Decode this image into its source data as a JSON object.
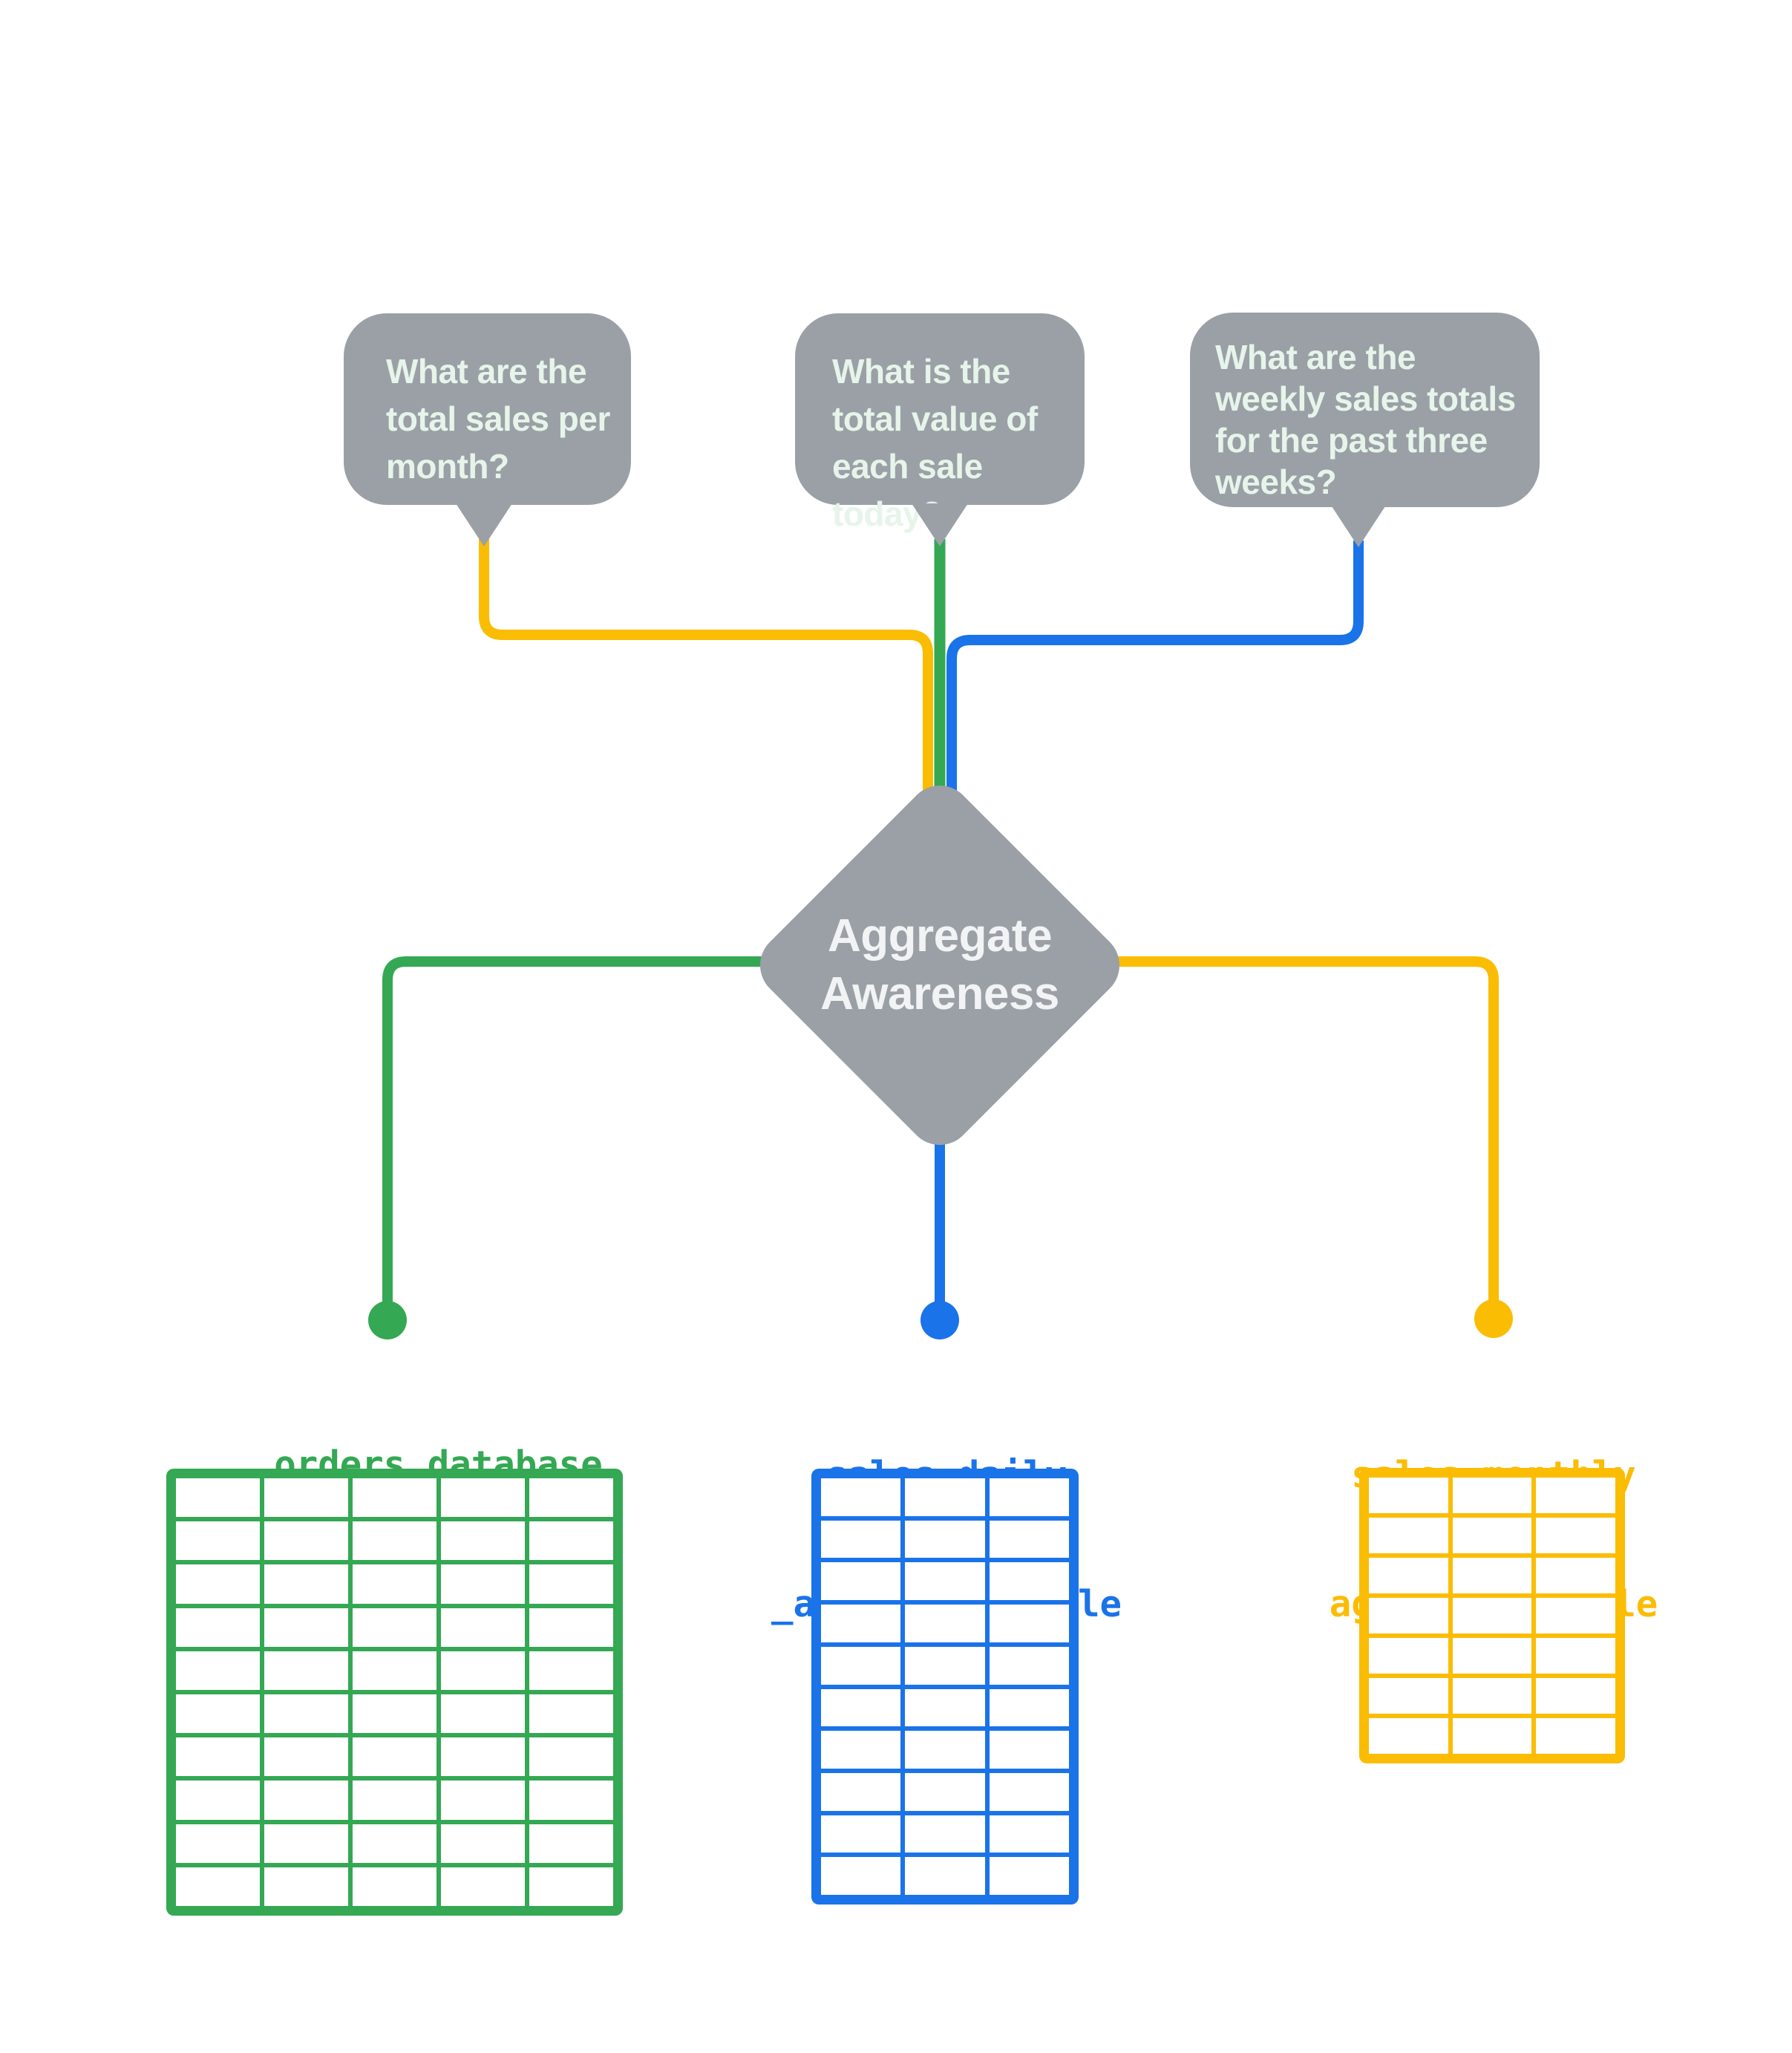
{
  "colors": {
    "gray": "#9AA0A6",
    "bubble_text": "#E6F4EA",
    "diamond_text": "#F1F3F4",
    "green": "#34A853",
    "blue": "#1A73E8",
    "yellow": "#FBBC04"
  },
  "bubbles": [
    {
      "connector_color": "yellow",
      "lines": [
        "What are the",
        "total sales per",
        "month?"
      ]
    },
    {
      "connector_color": "green",
      "lines": [
        "What is the",
        "total value of",
        "each sale today?"
      ]
    },
    {
      "connector_color": "blue",
      "lines": [
        "What are the",
        "weekly sales totals",
        "for the past three",
        "weeks?"
      ]
    }
  ],
  "diamond": {
    "lines": [
      "Aggregate",
      "Awareness"
    ]
  },
  "tables": [
    {
      "name": "orders_database",
      "color": "green",
      "label_lines": [
        "orders_database"
      ],
      "columns": 5,
      "rows": 10
    },
    {
      "name": "sales_daily_aggregate_table",
      "color": "blue",
      "label_lines": [
        "sales_daily",
        "_aggregate_table"
      ],
      "columns": 3,
      "rows": 10
    },
    {
      "name": "sales_monthly_aggregate_table",
      "color": "yellow",
      "label_lines": [
        "sales_monthly",
        "aggregate_table"
      ],
      "columns": 3,
      "rows": 7
    }
  ]
}
